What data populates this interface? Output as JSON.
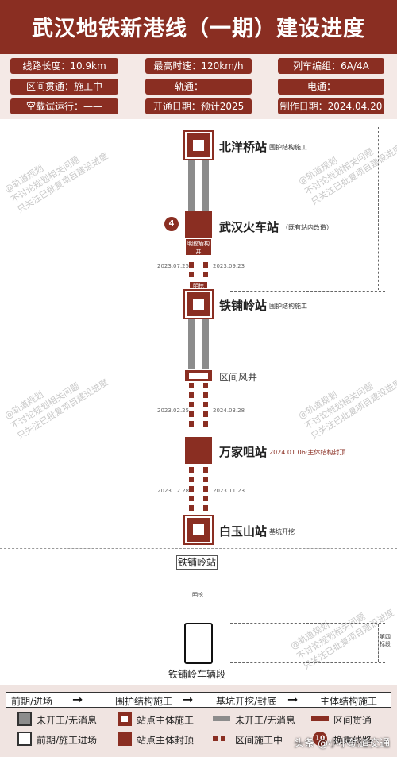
{
  "title": "武汉地铁新港线（一期）建设进度",
  "info": {
    "length": "线路长度：10.9km",
    "max_speed": "最高时速：120km/h",
    "formation": "列车编组：6A/4A",
    "tunnel": "区间贯通：施工中",
    "track": "轨通：——",
    "power": "电通：——",
    "trial_run": "空载试运行：——",
    "open_date": "开通日期：预计2025",
    "made_date": "制作日期：2024.04.20"
  },
  "stations": [
    {
      "name": "北洋桥站",
      "note": "围护结构施工"
    },
    {
      "name": "武汉火车站",
      "note": "（既有站内改造）",
      "transfer": "4",
      "tag": "明挖盾构井"
    },
    {
      "name": "铁铺岭站",
      "note": "围护结构施工",
      "tag": "明挖"
    },
    {
      "name": "区间风井",
      "note": ""
    },
    {
      "name": "万家咀站",
      "note": "2024.01.06·主体结构封顶"
    },
    {
      "name": "白玉山站",
      "note": "基坑开挖"
    }
  ],
  "dates": {
    "seg2_left": "2023.07.25",
    "seg2_right": "2023.09.23",
    "seg4_left": "2023.02.25",
    "seg4_right": "2024.03.28",
    "seg5_left": "2023.12.28",
    "seg5_right": "2023.11.23"
  },
  "depot": {
    "start_label": "铁铺岭站",
    "method": "明挖",
    "name": "铁铺岭车辆段",
    "phase": "第四标段"
  },
  "watermark": {
    "line1": "@轨道规划",
    "line2": "不讨论规划相关问题",
    "line3": "只关注已批复项目建设进度"
  },
  "legend": {
    "flow": [
      "前期/进场",
      "围护结构施工",
      "基坑开挖/封底",
      "主体结构施工"
    ],
    "items": {
      "not_started": "未开工/无消息",
      "station_main": "站点主体施工",
      "seg_not_started": "未开工/无消息",
      "seg_done": "区间贯通",
      "prep": "前期/施工进场",
      "station_capped": "站点主体封顶",
      "seg_building": "区间施工中",
      "transfer": "换乘线路"
    },
    "transfer_num": "10",
    "source": "头条 @小小轨道交通"
  },
  "colors": {
    "brand": "#8a2e22",
    "track_gray": "#8c8c8c",
    "panel_bg": "#f4e9e6"
  }
}
